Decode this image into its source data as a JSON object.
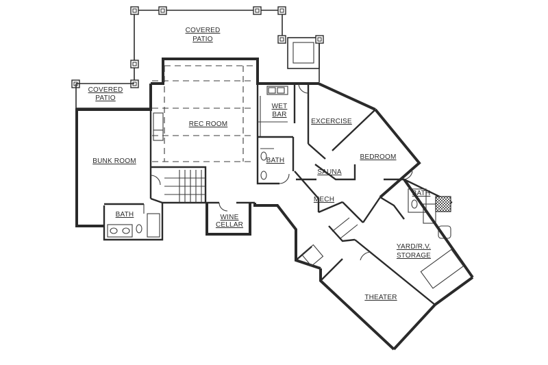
{
  "rooms": {
    "covered_patio_top": [
      "COVERED",
      "PATIO"
    ],
    "covered_patio_left": [
      "COVERED",
      "PATIO"
    ],
    "rec_room": "REC ROOM",
    "wet_bar": [
      "WET",
      "BAR"
    ],
    "exercise": "EXCERCISE",
    "bunk_room": "BUNK ROOM",
    "bath_center": "BATH",
    "sauna": "SAUNA",
    "bedroom": "BEDROOM",
    "mech": "MECH",
    "bath_right": "BATH",
    "bath_left": "BATH",
    "wine_cellar": [
      "WINE",
      "CELLAR"
    ],
    "yard_rv_storage": [
      "YARD/R.V.",
      "STORAGE"
    ],
    "theater": "THEATER"
  },
  "colors": {
    "line": "#2a2a2a",
    "background": "#ffffff"
  }
}
